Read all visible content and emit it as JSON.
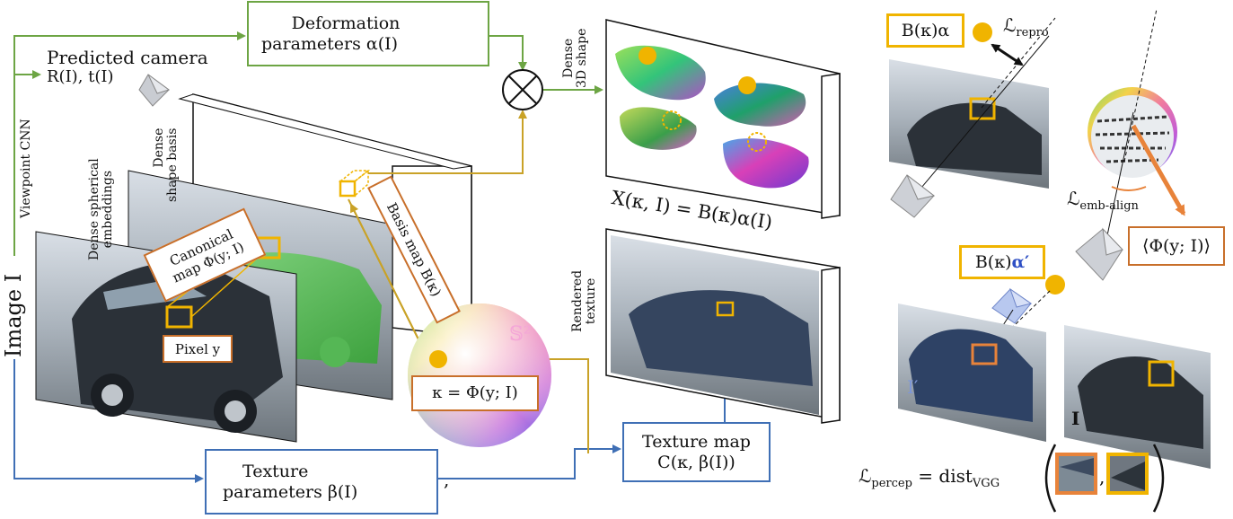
{
  "colors": {
    "green": "#6da544",
    "blue": "#3f6fb5",
    "orange": "#c86f2a",
    "gold": "#c9a227",
    "yellow": "#f0b400",
    "ink": "#111111"
  },
  "left": {
    "image_label": "Image I",
    "viewpoint_cnn": "Viewpoint CNN",
    "predicted_camera_line1": "Predicted camera",
    "predicted_camera_line2": "R(I), t(I)",
    "deformation_line1": "Deformation",
    "deformation_line2": "parameters α(I)",
    "dense_shape_basis_line1": "Dense",
    "dense_shape_basis_line2": "shape basis",
    "dense_spherical_line1": "Dense spherical",
    "dense_spherical_line2": "embeddings",
    "canonical_line1": "Canonical",
    "canonical_line2": "map Φ(y; I)",
    "basis_map": "Basis map B(κ)",
    "pixel": "Pixel y",
    "sphere_symbol": "𝕊²",
    "kappa": "κ = Φ(y; I)",
    "texture_params_line1": "Texture",
    "texture_params_line2": "parameters β(I)",
    "texture_map_line1": "Texture map",
    "texture_map_line2": "C(κ, β(I))",
    "dense_3d_line1": "Dense",
    "dense_3d_line2": "3D shape",
    "shape_equation": "X(κ, I) = B(κ)α(I)",
    "rendered_line1": "Rendered",
    "rendered_line2": "texture",
    "comma": ","
  },
  "right": {
    "b_alpha": "B(κ)α",
    "l_repro_main": "ℒ",
    "l_repro_sub": "repro",
    "l_emb_main": "ℒ",
    "l_emb_sub": "emb-align",
    "phi_box": "⟨Φ(y; I)⟩",
    "b_alpha_prime_main": "B(κ)",
    "b_alpha_prime_sym": "α′",
    "i_prime": "I′",
    "i_label": "I",
    "l_percep_main": "ℒ",
    "l_percep_sub": "percep",
    "dist_main": "= dist",
    "dist_sub": "VGG",
    "comma": ","
  }
}
